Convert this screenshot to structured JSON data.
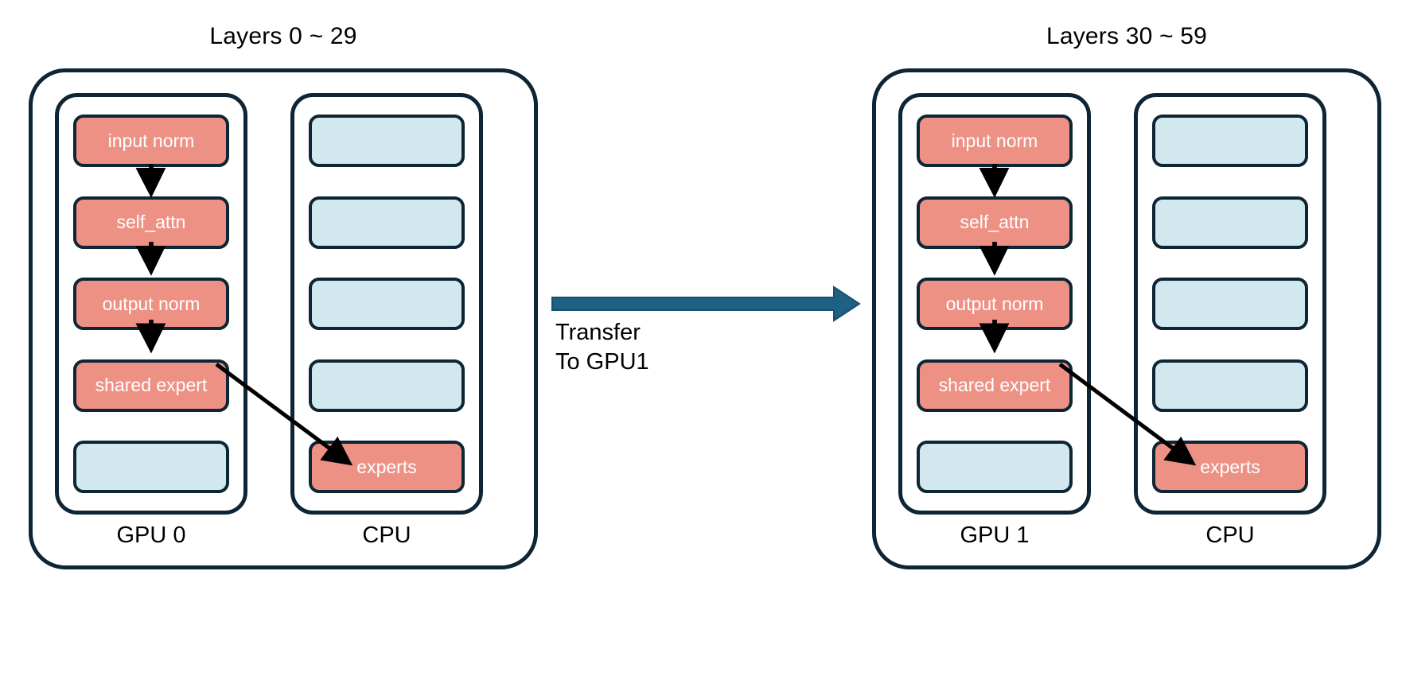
{
  "diagram": {
    "title_semantic": "moe-layer-offload-pipeline",
    "colors": {
      "block_red": "#ee9185",
      "block_blue": "#d2e8ef",
      "outline": "#0d2534",
      "transfer_arrow": "#1d6184",
      "flow_arrow": "#000000",
      "background": "#ffffff",
      "label_text": "#000000",
      "block_text": "#ffffff"
    },
    "groups": [
      {
        "title": "Layers 0 ~ 29",
        "devices": [
          {
            "label": "GPU 0",
            "kind": "gpu",
            "slots": [
              {
                "label": "input norm",
                "fill": "red",
                "empty": false
              },
              {
                "label": "self_attn",
                "fill": "red",
                "empty": false
              },
              {
                "label": "output norm",
                "fill": "red",
                "empty": false
              },
              {
                "label": "shared expert",
                "fill": "red",
                "empty": false
              },
              {
                "label": "",
                "fill": "blue",
                "empty": true
              }
            ]
          },
          {
            "label": "CPU",
            "kind": "cpu",
            "slots": [
              {
                "label": "",
                "fill": "blue",
                "empty": true
              },
              {
                "label": "",
                "fill": "blue",
                "empty": true
              },
              {
                "label": "",
                "fill": "blue",
                "empty": true
              },
              {
                "label": "",
                "fill": "blue",
                "empty": true
              },
              {
                "label": "experts",
                "fill": "red",
                "empty": false
              }
            ]
          }
        ]
      },
      {
        "title": "Layers 30 ~ 59",
        "devices": [
          {
            "label": "GPU 1",
            "kind": "gpu",
            "slots": [
              {
                "label": "input norm",
                "fill": "red",
                "empty": false
              },
              {
                "label": "self_attn",
                "fill": "red",
                "empty": false
              },
              {
                "label": "output norm",
                "fill": "red",
                "empty": false
              },
              {
                "label": "shared expert",
                "fill": "red",
                "empty": false
              },
              {
                "label": "",
                "fill": "blue",
                "empty": true
              }
            ]
          },
          {
            "label": "CPU",
            "kind": "cpu",
            "slots": [
              {
                "label": "",
                "fill": "blue",
                "empty": true
              },
              {
                "label": "",
                "fill": "blue",
                "empty": true
              },
              {
                "label": "",
                "fill": "blue",
                "empty": true
              },
              {
                "label": "",
                "fill": "blue",
                "empty": true
              },
              {
                "label": "experts",
                "fill": "red",
                "empty": false
              }
            ]
          }
        ]
      }
    ],
    "transfer": {
      "line1": "Transfer",
      "line2": "To GPU1",
      "direction": "left-to-right"
    }
  }
}
